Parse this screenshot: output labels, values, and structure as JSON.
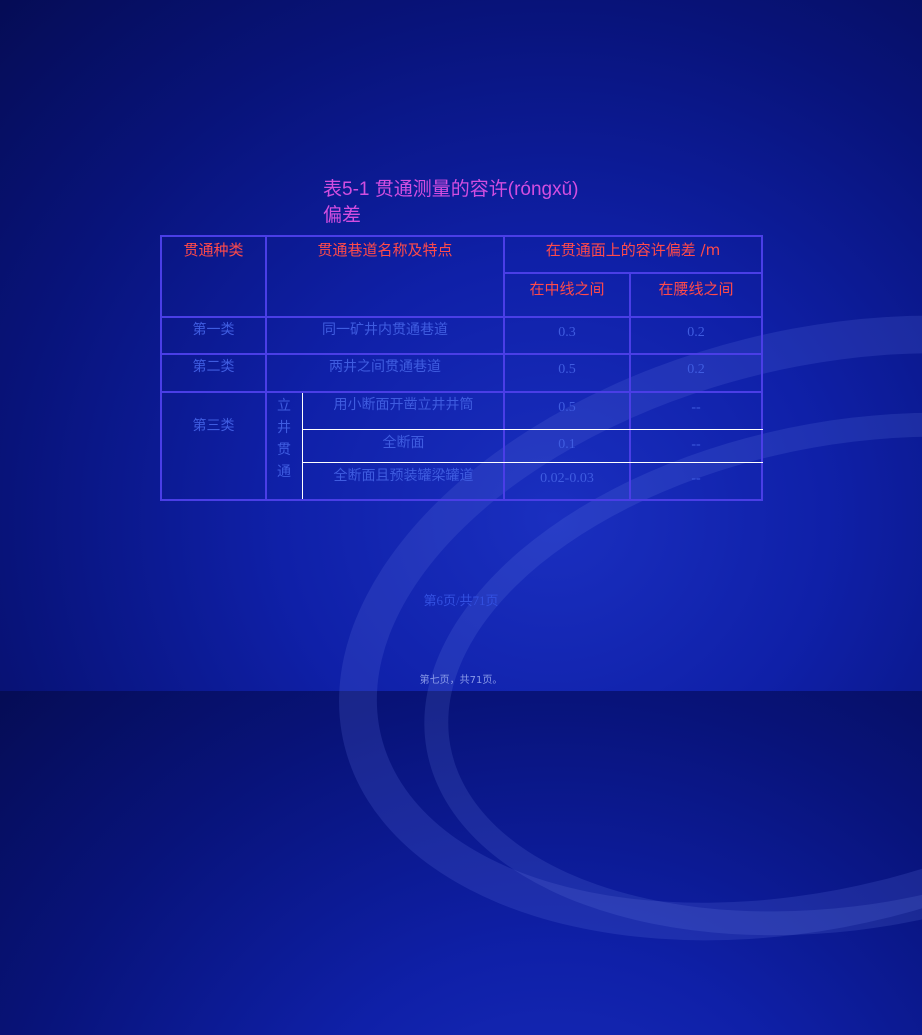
{
  "slide": {
    "title_line1": "表5-1  贯通测量的容许(róngxǔ)",
    "title_line2": "偏差",
    "footer_page": "第6页/共71页",
    "footer_bottom": "第七页，共71页。"
  },
  "table": {
    "header": {
      "col_type": "贯通种类",
      "col_name": "贯通巷道名称及特点",
      "col_tolerance": "在贯通面上的容许偏差 /m",
      "col_centerline": "在中线之间",
      "col_waistline": "在腰线之间"
    },
    "rows": [
      {
        "type": "第一类",
        "name": "同一矿井内贯通巷道",
        "center": "0.3",
        "waist": "0.2"
      },
      {
        "type": "第二类",
        "name": "两井之间贯通巷道",
        "center": "0.5",
        "waist": "0.2"
      }
    ],
    "class3": {
      "type": "第三类",
      "group_label": "立井贯通",
      "subrows": [
        {
          "name": "用小断面开凿立井井筒",
          "center": "0.5",
          "waist": "--"
        },
        {
          "name": "全断面",
          "center": "0.1",
          "waist": "--"
        },
        {
          "name": "全断面且预装罐梁罐道",
          "center": "0.02-0.03",
          "waist": "--"
        }
      ]
    }
  }
}
